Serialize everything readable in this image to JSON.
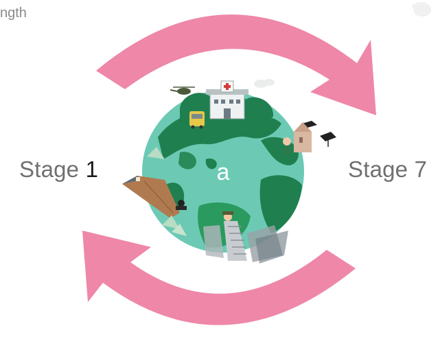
{
  "top_text": "ngth",
  "stages": {
    "left": {
      "word": "Stage",
      "number": "1"
    },
    "right": {
      "word": "Stage",
      "number": "7"
    }
  },
  "globe": {
    "logo": "a"
  },
  "colors": {
    "arrow": "#ee87a8",
    "ocean": "#6ccab4",
    "land": "#1f7f4f",
    "land_light": "#2a9a5e",
    "label": "#707070"
  },
  "icons": [
    "hospital-icon",
    "helicopter-icon",
    "bus-icon",
    "graduation-caps-icon",
    "clock-tower-icon",
    "skyscraper-icon",
    "tree-icon",
    "person-icon"
  ]
}
